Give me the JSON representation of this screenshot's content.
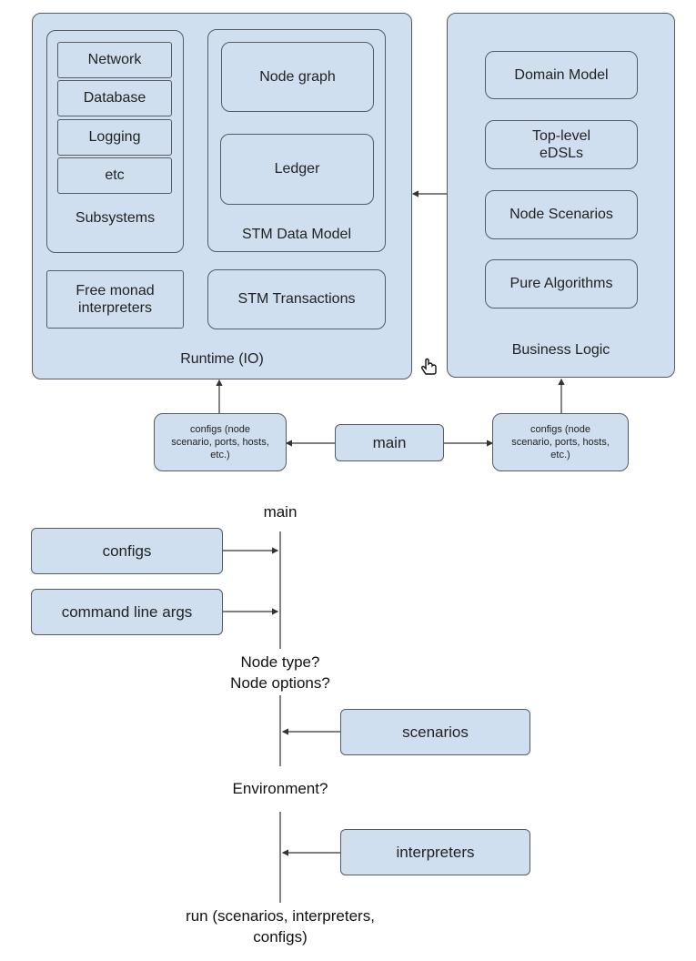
{
  "top_diagram": {
    "runtime": {
      "title": "Runtime (IO)",
      "subsystems": {
        "title": "Subsystems",
        "items": [
          "Network",
          "Database",
          "Logging",
          "etc"
        ]
      },
      "stm_data_model": {
        "title": "STM Data Model",
        "node_graph": "Node graph",
        "ledger": "Ledger"
      },
      "free_monad": "Free monad\ninterpreters",
      "stm_transactions": "STM Transactions"
    },
    "business_logic": {
      "title": "Business Logic",
      "items": [
        "Domain Model",
        "Top-level\neDSLs",
        "Node Scenarios",
        "Pure Algorithms"
      ]
    },
    "configs_left": "configs (node\nscenario, ports, hosts,\netc.)",
    "main": "main",
    "configs_right": "configs (node\nscenario, ports, hosts,\netc.)"
  },
  "bottom_diagram": {
    "main_label": "main",
    "configs": "configs",
    "command_line_args": "command line args",
    "node_question": "Node type?\nNode options?",
    "scenarios": "scenarios",
    "environment_question": "Environment?",
    "interpreters": "interpreters",
    "run_label": "run (scenarios, interpreters,\nconfigs)"
  },
  "colors": {
    "box_fill": "#cfdfef",
    "border": "#555b63"
  },
  "cursor_icon": "hand-pointer-icon"
}
